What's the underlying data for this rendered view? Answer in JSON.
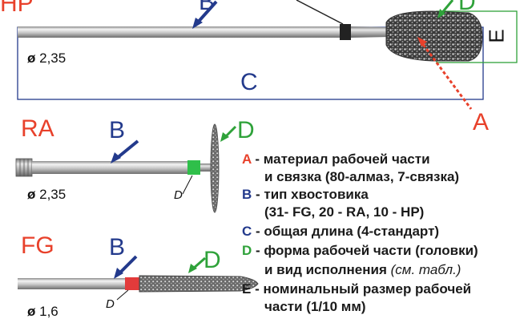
{
  "sections": {
    "hp": {
      "label": "HP",
      "diameter": "2,35",
      "length_label": "C",
      "size_label": "E",
      "material_label": "A",
      "shank_label": "B",
      "shape_label": "D"
    },
    "ra": {
      "label": "RA",
      "diameter": "2,35",
      "shank_label": "B",
      "shape_label": "D",
      "detail_label": "D"
    },
    "fg": {
      "label": "FG",
      "diameter": "1,6",
      "shank_label": "B",
      "shape_label": "D",
      "detail_label": "D"
    }
  },
  "legend": [
    {
      "key": "A",
      "color": "#e8412b",
      "line1": " - материал рабочей части",
      "line2": "и связка (80-алмаз, 7-связка)"
    },
    {
      "key": "B",
      "color": "#233a8c",
      "line1": " - тип хвостовика",
      "line2": "(31- FG, 20 - RA, 10 - HP)"
    },
    {
      "key": "C",
      "color": "#233a8c",
      "line1": " - общая длина (4-стандарт)"
    },
    {
      "key": "D",
      "color": "#2fa23a",
      "line1": " - форма рабочей части (головки)",
      "line2": "и вид исполнения",
      "line2_note": "(см. табл.)"
    },
    {
      "key": "E",
      "color": "#1a1a1a",
      "line1": " - номинальный размер рабочей",
      "line2": "части (1/10 мм)"
    }
  ],
  "colors": {
    "red": "#e8412b",
    "blue": "#233a8c",
    "green": "#2fa23a"
  }
}
